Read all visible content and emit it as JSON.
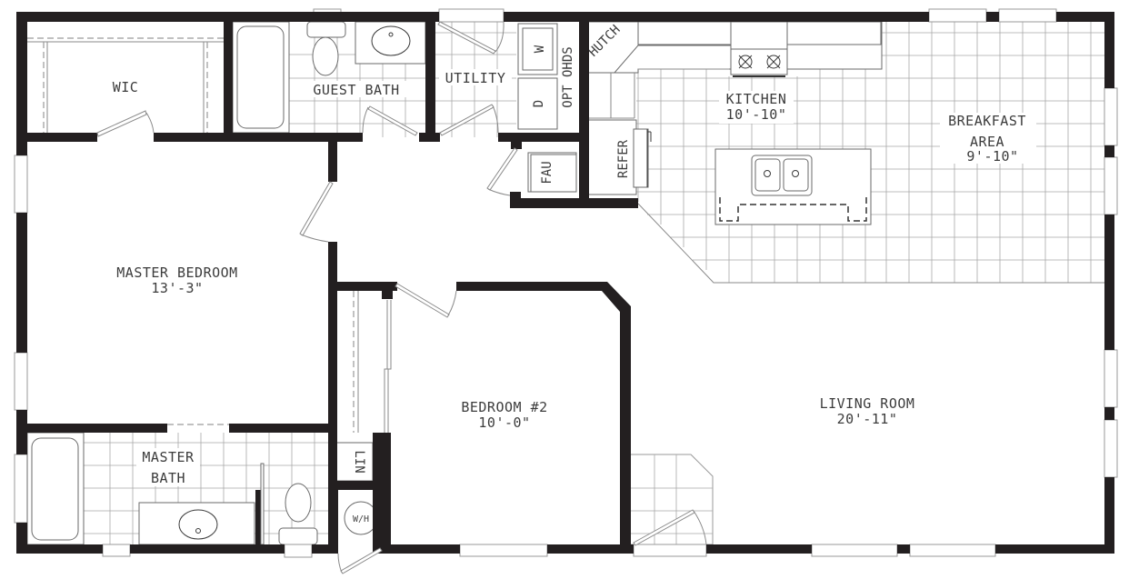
{
  "floorplan": {
    "rooms": {
      "wic": {
        "name": "WIC"
      },
      "guest_bath": {
        "name": "GUEST BATH"
      },
      "utility": {
        "name": "UTILITY"
      },
      "kitchen": {
        "name": "KITCHEN",
        "size": "10'-10\""
      },
      "breakfast": {
        "name_line1": "BREAKFAST",
        "name_line2": "AREA",
        "size": "9'-10\""
      },
      "master_bedroom": {
        "name": "MASTER BEDROOM",
        "size": "13'-3\""
      },
      "bedroom2": {
        "name": "BEDROOM #2",
        "size": "10'-0\""
      },
      "living_room": {
        "name": "LIVING ROOM",
        "size": "20'-11\""
      },
      "master_bath": {
        "name_line1": "MASTER",
        "name_line2": "BATH"
      }
    },
    "fixtures": {
      "washer": "W",
      "dryer": "D",
      "opt_ohds": "OPT OHDS",
      "hutch": "HUTCH",
      "refer": "REFER",
      "fau": "FAU",
      "linen": "LIN",
      "water_heater": "W/H"
    },
    "colors": {
      "wall": "#231f20",
      "line": "#8a8a8a",
      "text": "#3c3c3c",
      "background": "#ffffff"
    }
  }
}
